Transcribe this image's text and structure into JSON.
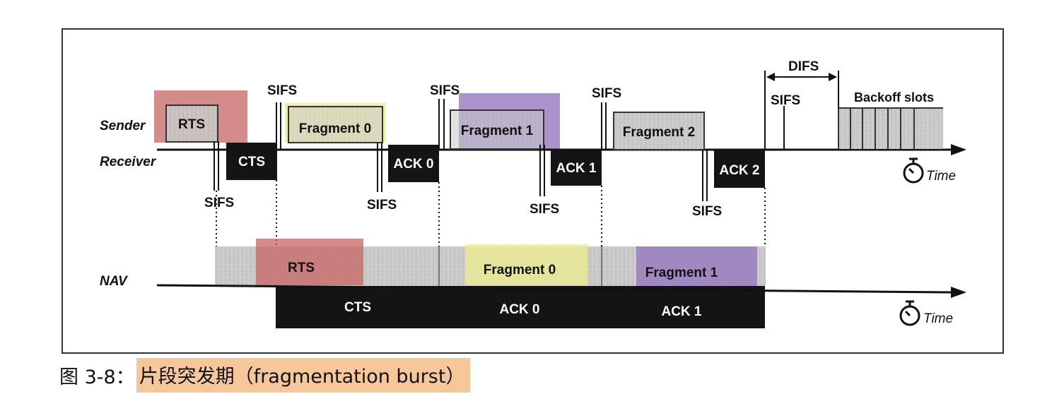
{
  "labels": {
    "sender": "Sender",
    "receiver": "Receiver",
    "nav": "NAV",
    "time": "Time",
    "sifs": "SIFS",
    "difs": "DIFS",
    "backoff": "Backoff slots"
  },
  "top_frames": {
    "rts": "RTS",
    "cts": "CTS",
    "frag0": "Fragment 0",
    "ack0": "ACK 0",
    "frag1": "Fragment 1",
    "ack1": "ACK 1",
    "frag2": "Fragment 2",
    "ack2": "ACK 2"
  },
  "nav_frames": {
    "rts": "RTS",
    "frag0": "Fragment 0",
    "frag1": "Fragment 1",
    "cts": "CTS",
    "ack0": "ACK 0",
    "ack1": "ACK 1"
  },
  "caption": {
    "prefix": "图 3-8：",
    "text": "片段突发期（fragmentation burst）"
  },
  "colors": {
    "highlight_red": "#c86464",
    "highlight_yellow": "#ecec8c",
    "highlight_purple": "#9678be",
    "frame_gray": "#c8c8c8",
    "frame_black": "#141414",
    "caption_highlight": "#f6c79b"
  }
}
